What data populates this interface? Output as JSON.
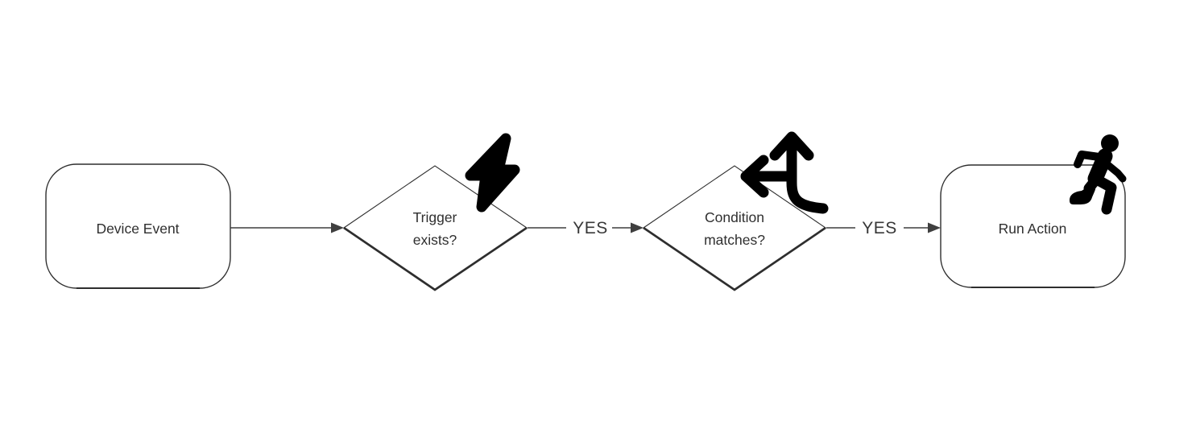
{
  "diagram": {
    "type": "flowchart",
    "background": "#ffffff",
    "colors": {
      "shape_stroke": "#2e2e2e",
      "shape_fill": "#ffffff",
      "connector": "#3f3f3f",
      "text": "#2f2f2f",
      "icon": "#000000"
    },
    "nodes": [
      {
        "id": "device-event",
        "shape": "rounded-rectangle",
        "label": "Device Event",
        "lines": [
          "Device Event"
        ],
        "icon": ""
      },
      {
        "id": "trigger-exists",
        "shape": "diamond",
        "label": "Trigger exists?",
        "lines": [
          "Trigger",
          "exists?"
        ],
        "icon": "lightning-bolt"
      },
      {
        "id": "condition-matches",
        "shape": "diamond",
        "label": "Condition matches?",
        "lines": [
          "Condition",
          "matches?"
        ],
        "icon": "split-arrows"
      },
      {
        "id": "run-action",
        "shape": "rounded-rectangle",
        "label": "Run Action",
        "lines": [
          "Run Action"
        ],
        "icon": "person-running"
      }
    ],
    "edges": [
      {
        "from": "device-event",
        "to": "trigger-exists",
        "label": ""
      },
      {
        "from": "trigger-exists",
        "to": "condition-matches",
        "label": "YES"
      },
      {
        "from": "condition-matches",
        "to": "run-action",
        "label": "YES"
      }
    ]
  }
}
